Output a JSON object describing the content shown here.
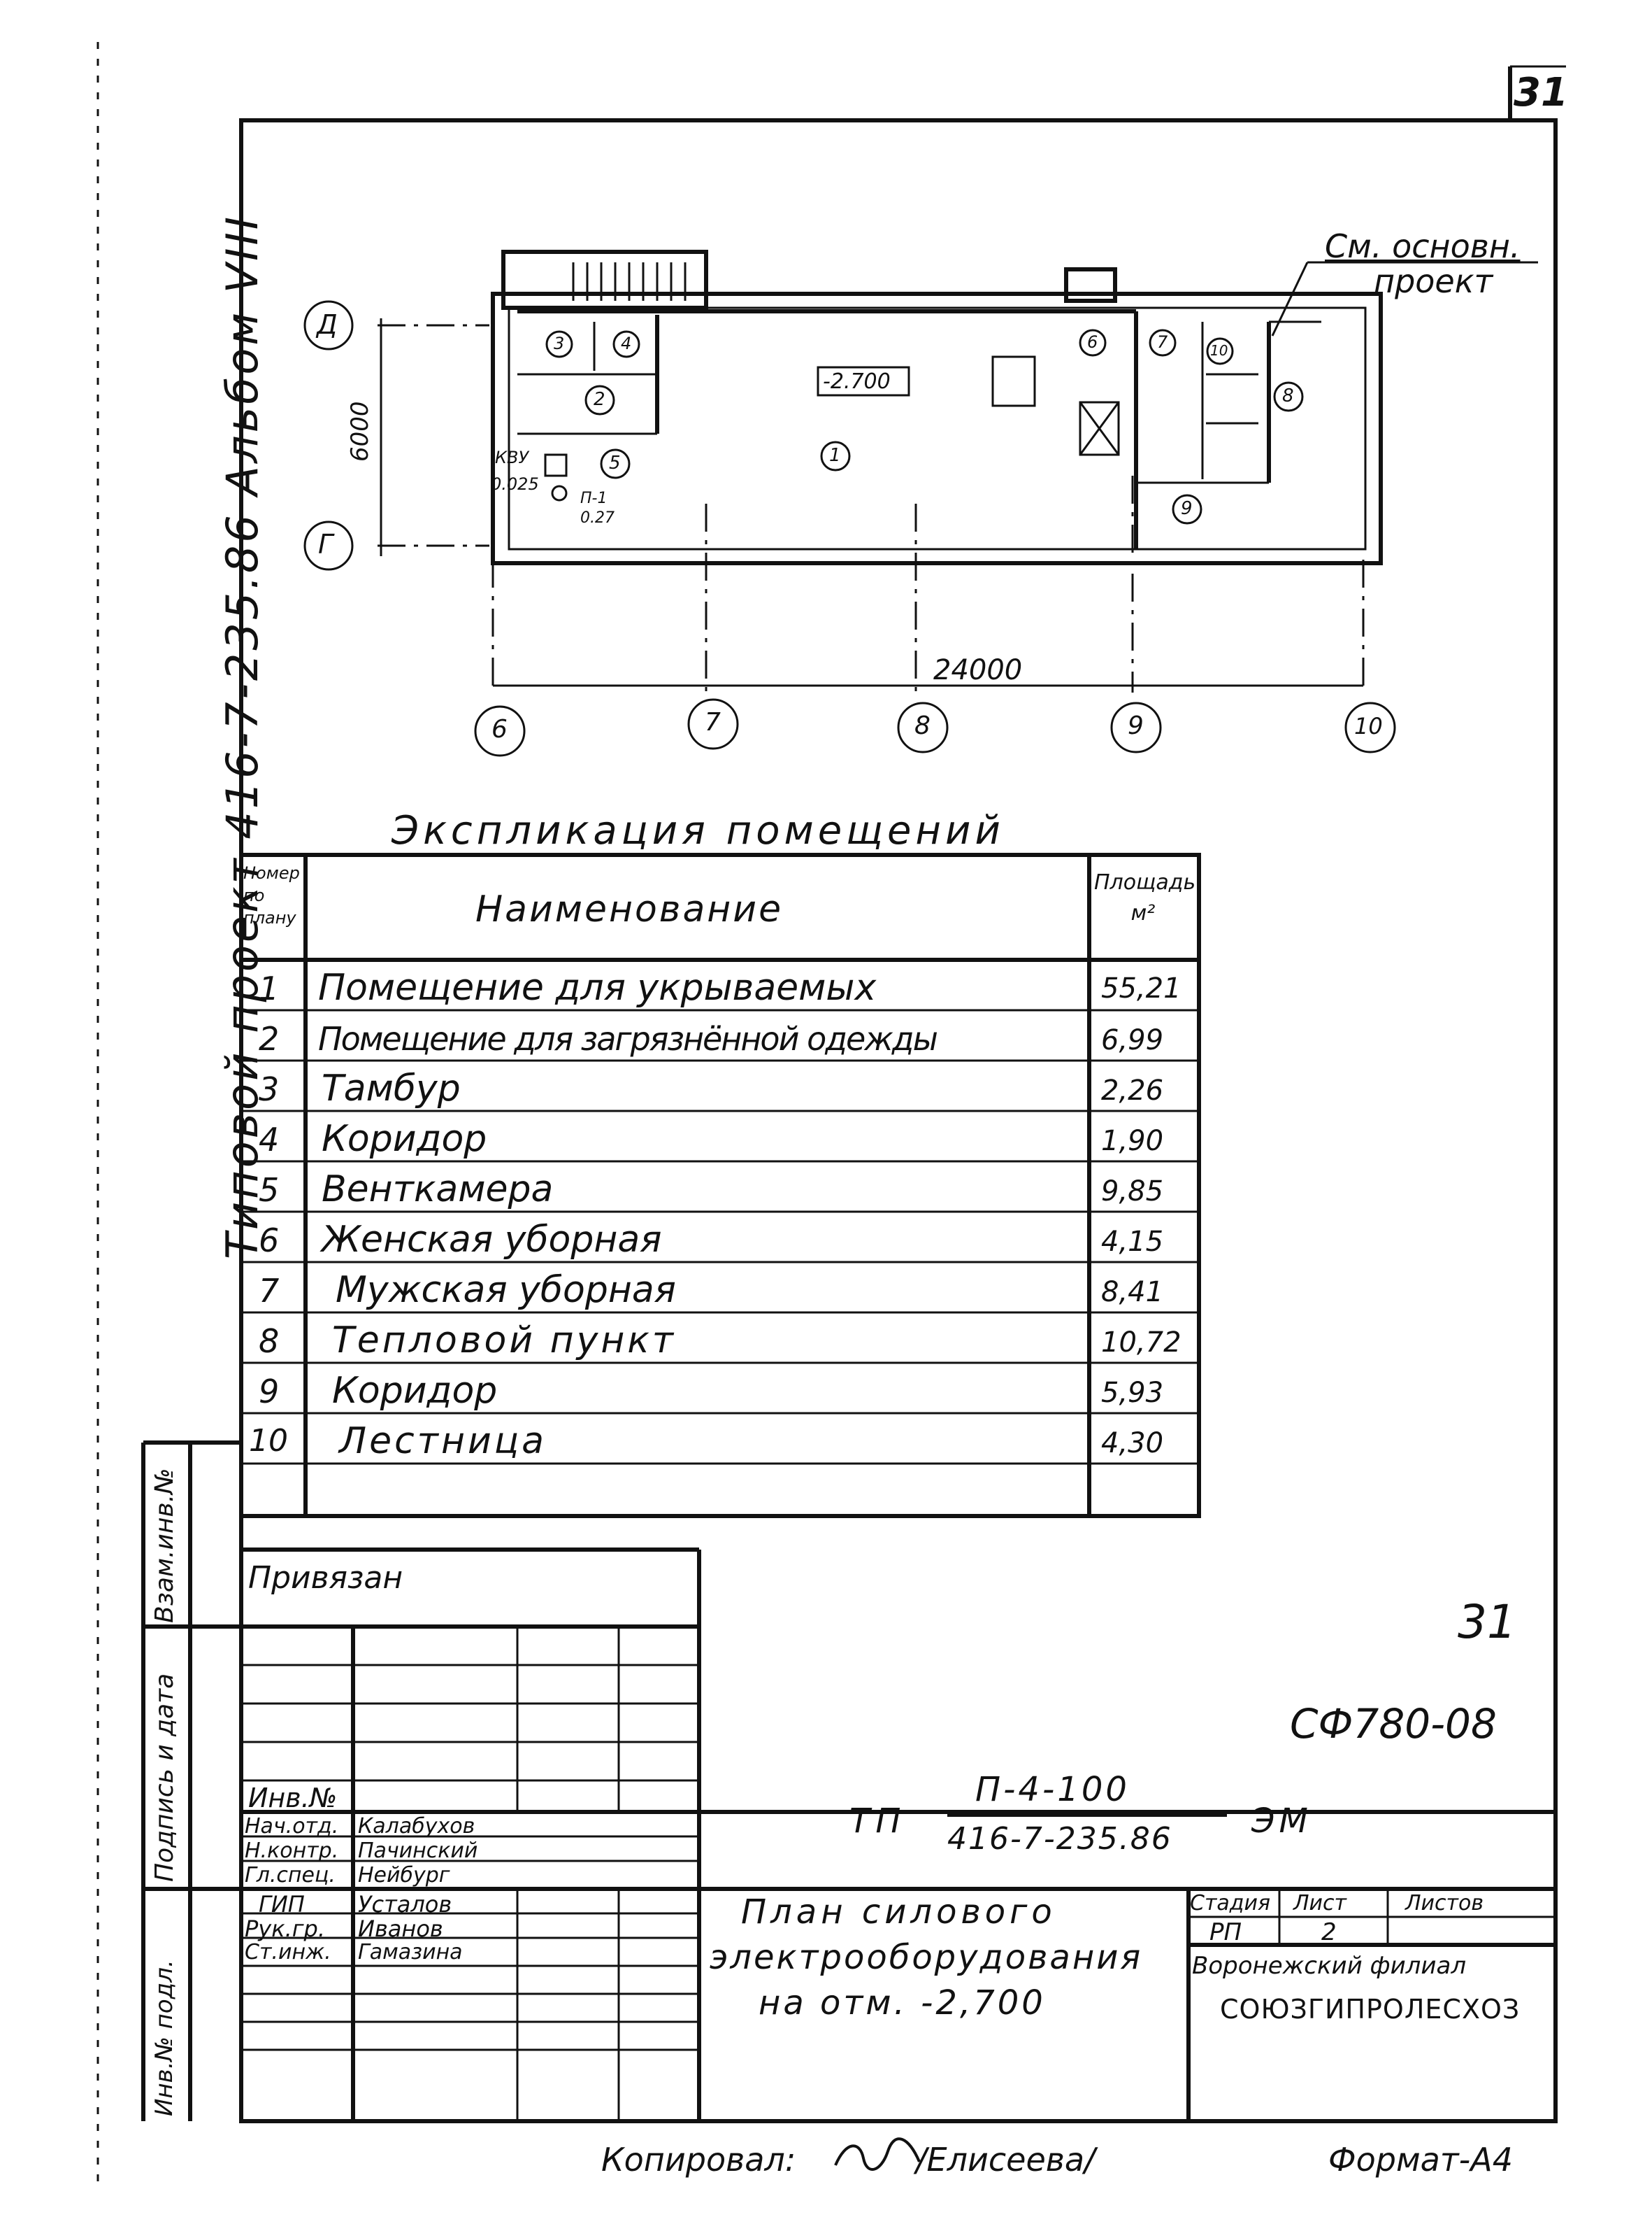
{
  "sheet": {
    "number_top": "31",
    "number_mid": "31",
    "side_title": "Типовой проект 416-7-235.86 Альбом VIII",
    "code": "СФ780-08",
    "copied_by": "Копировал:",
    "copied_name": "/Елисеева/",
    "format": "Формат-А4"
  },
  "plan": {
    "note_line1": "См. основн.",
    "note_line2": "проект",
    "dim_vertical": "6000",
    "dim_horizontal": "24000",
    "level": "-2.700",
    "axis_d": "Д",
    "axis_g": "Г",
    "axes_bottom": [
      "6",
      "7",
      "8",
      "9",
      "10"
    ],
    "equip1_label": "КВУ",
    "equip1_value": "0.025",
    "equip2_label": "П-1",
    "equip2_value": "0.27",
    "room_marks": [
      "1",
      "2",
      "3",
      "4",
      "5",
      "6",
      "7",
      "8",
      "9",
      "10"
    ]
  },
  "explication": {
    "title": "Экспликация помещений",
    "headers": {
      "num": "Номер по плану",
      "name": "Наименование",
      "area": "Площадь м²"
    },
    "rows": [
      {
        "num": "1",
        "name": "Помещение для укрываемых",
        "area": "55,21"
      },
      {
        "num": "2",
        "name": "Помещение для загрязнённой одежды",
        "area": "6,99"
      },
      {
        "num": "3",
        "name": "Тамбур",
        "area": "2,26"
      },
      {
        "num": "4",
        "name": "Коридор",
        "area": "1,90"
      },
      {
        "num": "5",
        "name": "Венткамера",
        "area": "9,85"
      },
      {
        "num": "6",
        "name": "Женская уборная",
        "area": "4,15"
      },
      {
        "num": "7",
        "name": "Мужская уборная",
        "area": "8,41"
      },
      {
        "num": "8",
        "name": "Тепловой пункт",
        "area": "10,72"
      },
      {
        "num": "9",
        "name": "Коридор",
        "area": "5,93"
      },
      {
        "num": "10",
        "name": "Лестница",
        "area": "4,30"
      }
    ]
  },
  "side_stamp": {
    "vzam": "Взам.инв.№",
    "podpis": "Подпись и дата",
    "inv_podl": "Инв.№ подл."
  },
  "stamp": {
    "privyazan": "Привязан",
    "inv_no": "Инв.№",
    "roles": [
      {
        "role": "Нач.отд.",
        "name": "Калабухов"
      },
      {
        "role": "Н.контр.",
        "name": "Пачинский"
      },
      {
        "role": "Гл.спец.",
        "name": "Нейбург"
      },
      {
        "role": "ГИП",
        "name": "Усталов"
      },
      {
        "role": "Рук.гр.",
        "name": "Иванов"
      },
      {
        "role": "Ст.инж.",
        "name": "Гамазина"
      }
    ],
    "tp_prefix": "ТП",
    "tp_top": "П-4-100",
    "tp_bottom": "416-7-235.86",
    "tp_suffix": "ЭМ",
    "title_l1": "План силового",
    "title_l2": "электрооборудования",
    "title_l3": "на отм. -2,700",
    "stage_h": "Стадия",
    "sheet_h": "Лист",
    "sheets_h": "Листов",
    "stage": "РП",
    "sheet": "2",
    "sheets": "",
    "org1": "Воронежский филиал",
    "org2": "СОЮЗГИПРОЛЕСХОЗ"
  }
}
